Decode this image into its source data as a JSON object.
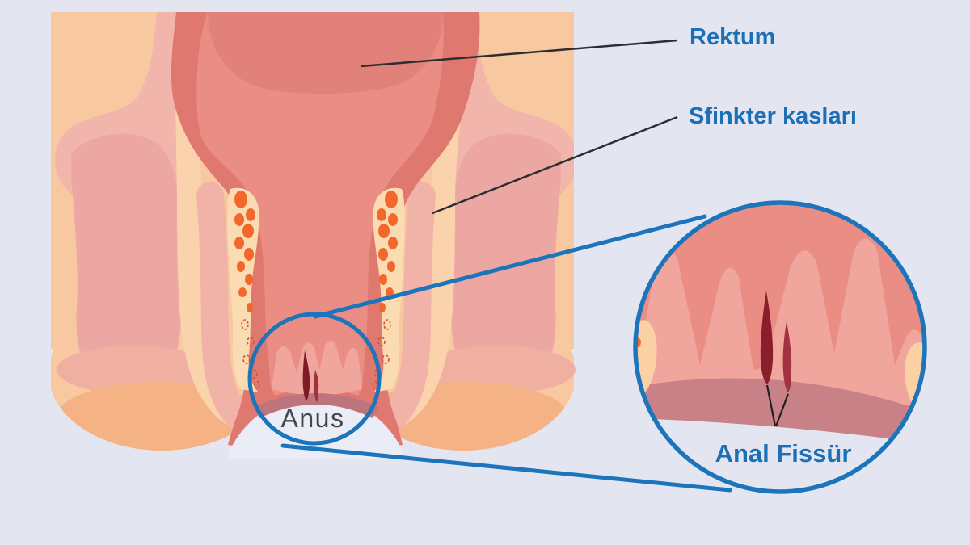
{
  "diagram": {
    "title_context": "anal fissure anatomy illustration",
    "labels": {
      "rektum": "Rektum",
      "sphincter": "Sfinkter kasları",
      "anus": "Anus",
      "anal_fissure": "Anal Fissür"
    },
    "colors": {
      "background": "#E3E6F1",
      "accent_blue": "#1C74BA",
      "label_blue": "#1B6FB6",
      "pointer_line": "#2E2E31",
      "skin_peach": "#F8C9A1",
      "pale_tissue": "#F2B5AC",
      "mucosa_pink": "#EA8D84",
      "canal_wall": "#DF786E",
      "vein_orange": "#F2682C",
      "fissure_maroon": "#8A1E2B",
      "anus_text": "#45474D"
    }
  }
}
